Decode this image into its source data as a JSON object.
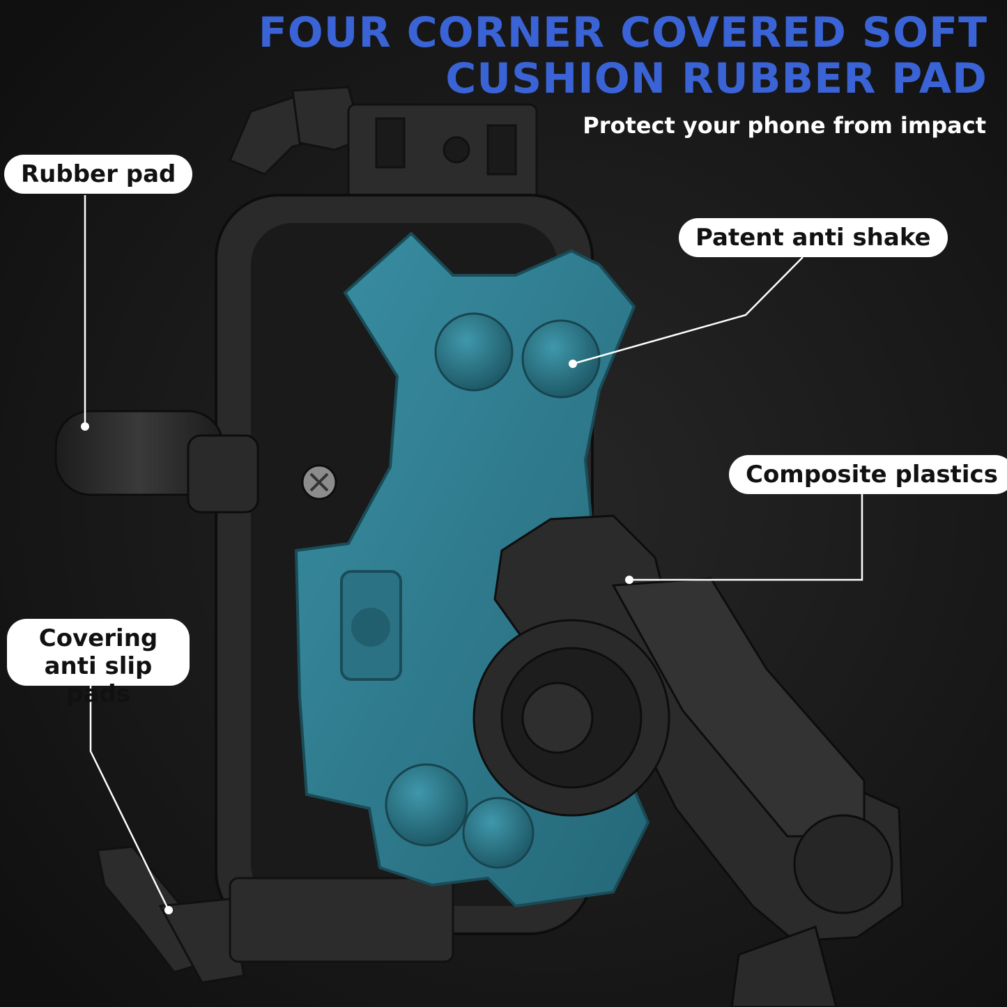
{
  "headline": {
    "line1": "FOUR CORNER COVERED SOFT",
    "line2": "CUSHION RUBBER PAD",
    "subtitle": "Protect your phone from impact",
    "color": "#3a63d6"
  },
  "callouts": {
    "rubber_pad": "Rubber pad",
    "patent_anti_shake": "Patent anti shake",
    "composite_plastics": "Composite plastics",
    "covering_anti_slip": "Covering anti slip pads"
  },
  "colors": {
    "background": "#161616",
    "cradle_teal": "#2f7d90",
    "frame_black": "#2a2a2a"
  }
}
